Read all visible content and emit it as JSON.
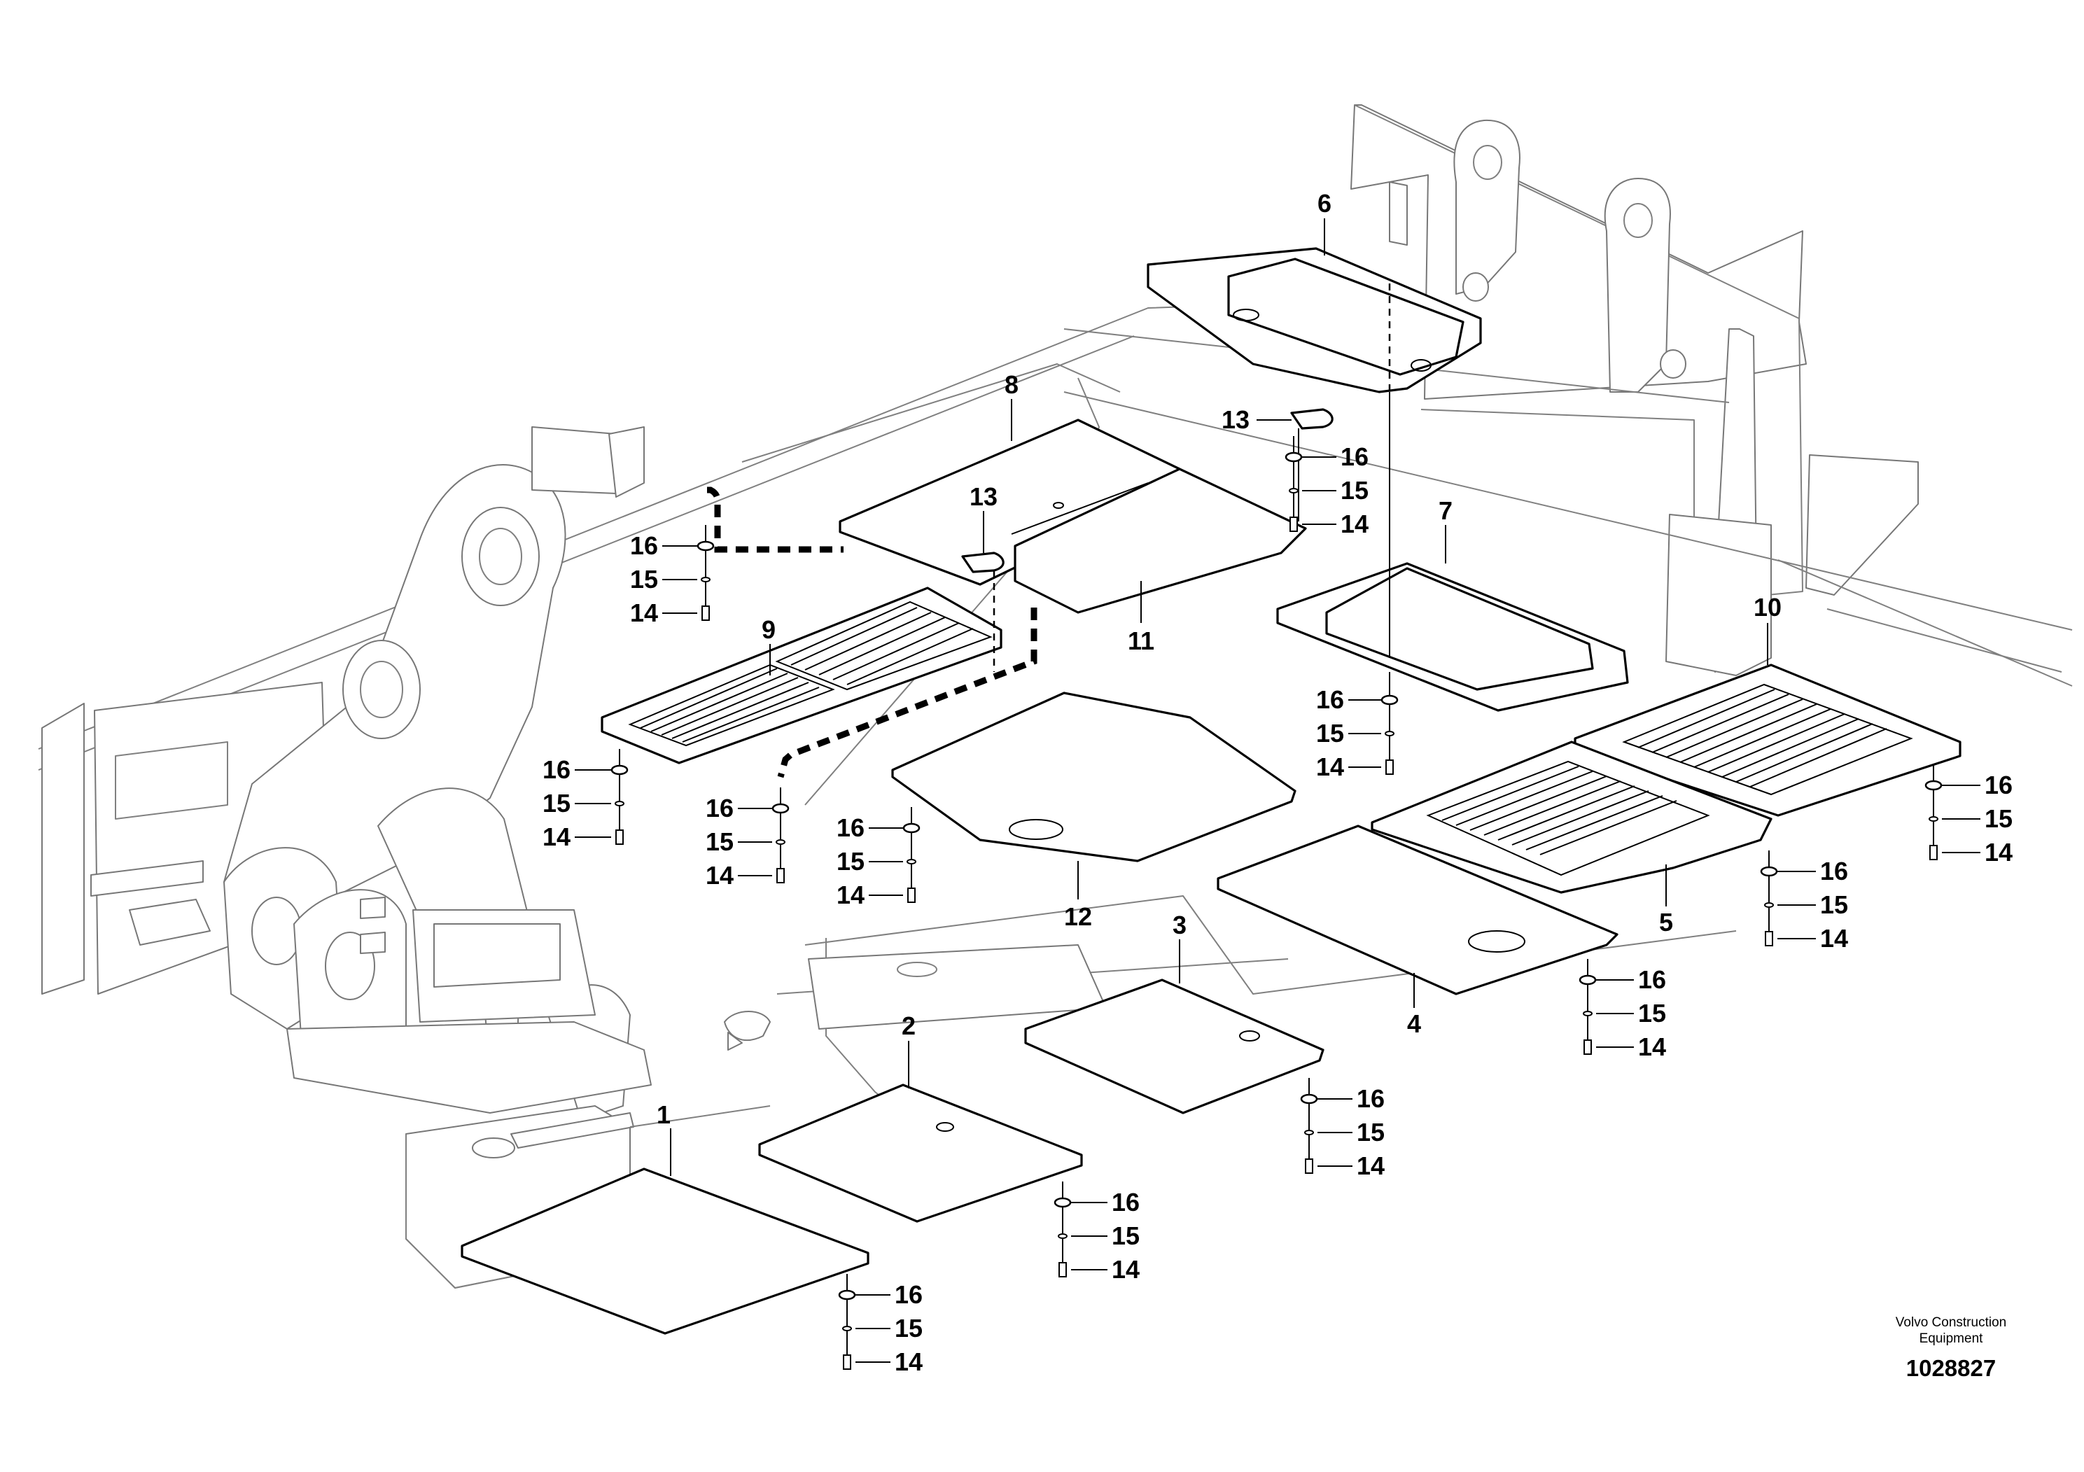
{
  "diagram": {
    "callouts": [
      {
        "id": "c1",
        "label": "1"
      },
      {
        "id": "c2",
        "label": "2"
      },
      {
        "id": "c3",
        "label": "3"
      },
      {
        "id": "c4",
        "label": "4"
      },
      {
        "id": "c5",
        "label": "5"
      },
      {
        "id": "c6",
        "label": "6"
      },
      {
        "id": "c7",
        "label": "7"
      },
      {
        "id": "c8",
        "label": "8"
      },
      {
        "id": "c9",
        "label": "9"
      },
      {
        "id": "c10",
        "label": "10"
      },
      {
        "id": "c11",
        "label": "11"
      },
      {
        "id": "c12",
        "label": "12"
      },
      {
        "id": "c13a",
        "label": "13"
      },
      {
        "id": "c13b",
        "label": "13"
      }
    ],
    "fastener_stacks": [
      {
        "id": "s1",
        "labels": [
          "16",
          "15",
          "14"
        ]
      },
      {
        "id": "s2",
        "labels": [
          "16",
          "15",
          "14"
        ]
      },
      {
        "id": "s3",
        "labels": [
          "16",
          "15",
          "14"
        ]
      },
      {
        "id": "s4",
        "labels": [
          "16",
          "15",
          "14"
        ]
      },
      {
        "id": "s5",
        "labels": [
          "16",
          "15",
          "14"
        ]
      },
      {
        "id": "s6",
        "labels": [
          "16",
          "15",
          "14"
        ]
      },
      {
        "id": "s7",
        "labels": [
          "16",
          "15",
          "14"
        ]
      },
      {
        "id": "s8",
        "labels": [
          "16",
          "15",
          "14"
        ]
      },
      {
        "id": "s9",
        "labels": [
          "16",
          "15",
          "14"
        ]
      },
      {
        "id": "s10",
        "labels": [
          "16",
          "15",
          "14"
        ]
      },
      {
        "id": "s11",
        "labels": [
          "16",
          "15",
          "14"
        ]
      },
      {
        "id": "s12",
        "labels": [
          "16",
          "15",
          "14"
        ]
      },
      {
        "id": "s13",
        "labels": [
          "16",
          "15",
          "14"
        ]
      }
    ],
    "maker_line1": "Volvo Construction",
    "maker_line2": "Equipment",
    "drawing_number": "1028827"
  }
}
